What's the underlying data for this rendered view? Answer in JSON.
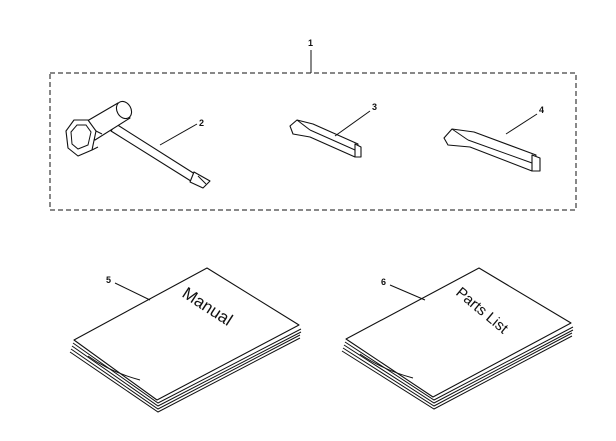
{
  "callouts": {
    "kit": "1",
    "socket_wrench": "2",
    "hex_key_small": "3",
    "hex_key_large": "4",
    "manual": "5",
    "parts_list": "6"
  },
  "books": {
    "manual_title": "Manual",
    "parts_list_title": "Parts List"
  },
  "colors": {
    "ink": "#111111",
    "paper": "#ffffff"
  }
}
